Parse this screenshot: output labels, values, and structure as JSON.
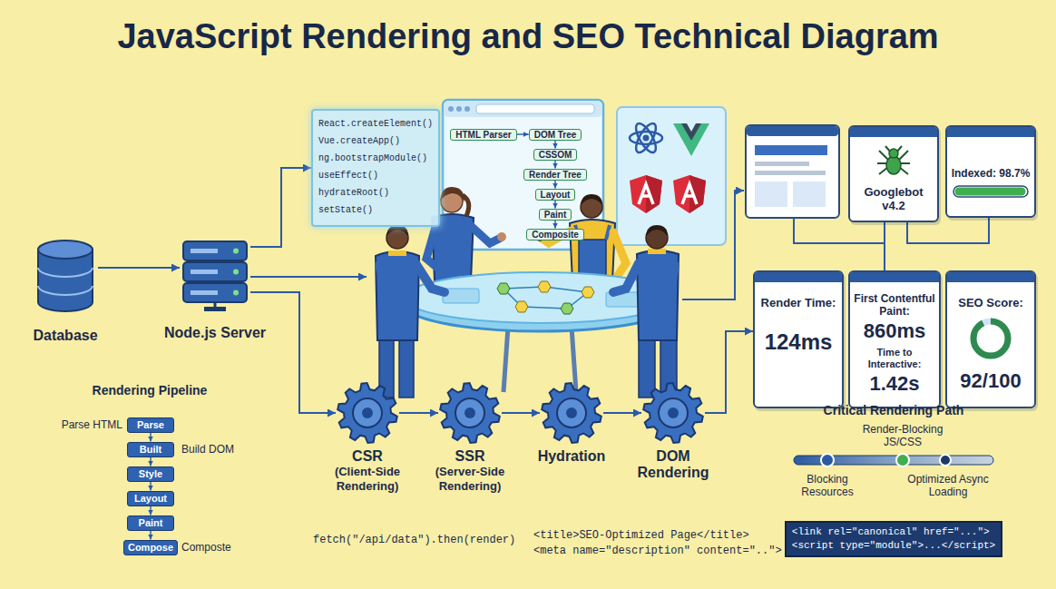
{
  "diagram": {
    "title": "JavaScript Rendering and SEO Technical Diagram",
    "nodes": [
      {
        "text": [
          "Database"
        ]
      },
      {
        "text": [
          "Node.js Server"
        ]
      },
      {
        "text": [
          "React.createElement()",
          "Vue.createApp()",
          "ng.bootstrapModule()",
          "useEffect()",
          "hydrateRoot()",
          "setState()"
        ]
      },
      {
        "text": [
          "HTML Parser"
        ]
      },
      {
        "text": [
          "DOM Tree"
        ]
      },
      {
        "text": [
          "CSSOM"
        ]
      },
      {
        "text": [
          "Render Tree"
        ]
      },
      {
        "text": [
          "Layout"
        ]
      },
      {
        "text": [
          "Paint"
        ]
      },
      {
        "text": [
          "Composite"
        ]
      },
      {
        "text": [
          "CSR",
          "(Client-Side Rendering)"
        ]
      },
      {
        "text": [
          "SSR",
          "(Server-Side Rendering)"
        ]
      },
      {
        "text": [
          "Hydration"
        ]
      },
      {
        "text": [
          "DOM Rendering"
        ]
      },
      {
        "text": [
          "Googlebot v4.2"
        ]
      },
      {
        "text": [
          "Indexed: 98.7%"
        ]
      },
      {
        "text": [
          "Render Time:",
          "124ms"
        ]
      },
      {
        "text": [
          "First Contentful Paint:",
          "860ms",
          "Time to Interactive:",
          "1.42s"
        ]
      },
      {
        "text": [
          "SEO Score:",
          "92/100"
        ]
      },
      {
        "text": [
          "Parse"
        ]
      },
      {
        "text": [
          "Built"
        ]
      },
      {
        "text": [
          "Style"
        ]
      },
      {
        "text": [
          "Layout"
        ]
      },
      {
        "text": [
          "Paint"
        ]
      },
      {
        "text": [
          "Compose"
        ]
      },
      {
        "text": [
          "<link rel=\"canonical\" href=\"...\">",
          "<script type=\"module\">...</script>"
        ]
      }
    ],
    "edges": [
      {
        "from": 0,
        "to": 1,
        "arrow": "to"
      },
      {
        "from": 1,
        "to": 2,
        "arrow": "to"
      },
      {
        "from": 1,
        "to": 10,
        "arrow": "to"
      },
      {
        "from": 3,
        "to": 4,
        "arrow": "to"
      },
      {
        "from": 4,
        "to": 5,
        "arrow": "to"
      },
      {
        "from": 5,
        "to": 6,
        "arrow": "to"
      },
      {
        "from": 6,
        "to": 7,
        "arrow": "to"
      },
      {
        "from": 7,
        "to": 8,
        "arrow": "to"
      },
      {
        "from": 8,
        "to": 9,
        "arrow": "to"
      },
      {
        "from": 10,
        "to": 11,
        "arrow": "to"
      },
      {
        "from": 11,
        "to": 12,
        "arrow": "to"
      },
      {
        "from": 12,
        "to": 13,
        "arrow": "to"
      },
      {
        "from": 13,
        "to": 16,
        "arrow": "to"
      },
      {
        "from": 15,
        "to": 14,
        "arrow": "to"
      },
      {
        "from": 17,
        "to": 14,
        "arrow": "to"
      },
      {
        "from": 19,
        "to": 20,
        "arrow": "to"
      },
      {
        "from": 20,
        "to": 21,
        "arrow": "to"
      },
      {
        "from": 21,
        "to": 22,
        "arrow": "to"
      },
      {
        "from": 22,
        "to": 23,
        "arrow": "to"
      },
      {
        "from": 23,
        "to": 24,
        "arrow": "to"
      }
    ],
    "labels": [
      "Rendering Pipeline",
      "Parse HTML",
      "Build DOM",
      "Composte",
      "fetch(\"/api/data\").then(render)",
      "<title>SEO-Optimized Page</title>",
      "<meta name=\"description\" content=\"..\">",
      "Critical Rendering Path",
      "Render-Blocking JS/CSS",
      "Blocking Resources",
      "Optimized Async Loading"
    ]
  }
}
